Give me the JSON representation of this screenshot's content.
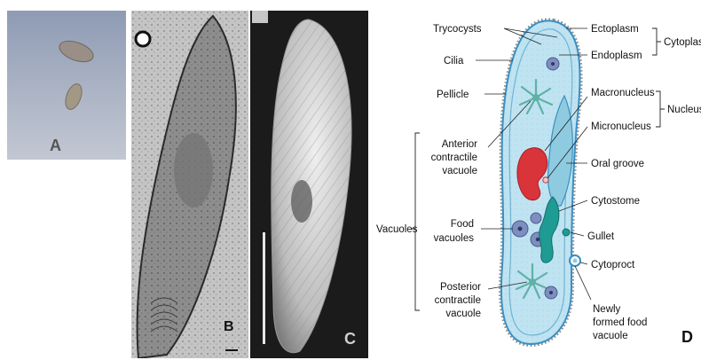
{
  "panels": {
    "a": {
      "letter": "A"
    },
    "b": {
      "letter": "B"
    },
    "c": {
      "letter": "C"
    },
    "d": {
      "letter": "D"
    }
  },
  "labels": {
    "trycocysts": "Trycocysts",
    "cilia": "Cilia",
    "pellicle": "Pellicle",
    "anterior_cv": [
      "Anterior",
      "contractile",
      "vacuole"
    ],
    "vacuoles": "Vacuoles",
    "food_vacuoles": [
      "Food",
      "vacuoles"
    ],
    "posterior_cv": [
      "Posterior",
      "contractile",
      "vacuole"
    ],
    "ectoplasm": "Ectoplasm",
    "endoplasm": "Endoplasm",
    "cytoplasm": "Cytoplasm",
    "macronucleus": "Macronucleus",
    "micronucleus": "Micronucleus",
    "nucleus": "Nucleus",
    "oral_groove": "Oral groove",
    "cytostome": "Cytostome",
    "gullet": "Gullet",
    "cytoproct": "Cytoproct",
    "newly_formed": [
      "Newly",
      "formed food",
      "vacuole"
    ]
  },
  "colors": {
    "cell_fill": "#bfe3f1",
    "cell_outline": "#3a8fc2",
    "macronucleus": "#d8343a",
    "oral_groove": "#8fcbe0",
    "vacuole": "#7e8fbf",
    "gullet": "#1e9c94"
  }
}
